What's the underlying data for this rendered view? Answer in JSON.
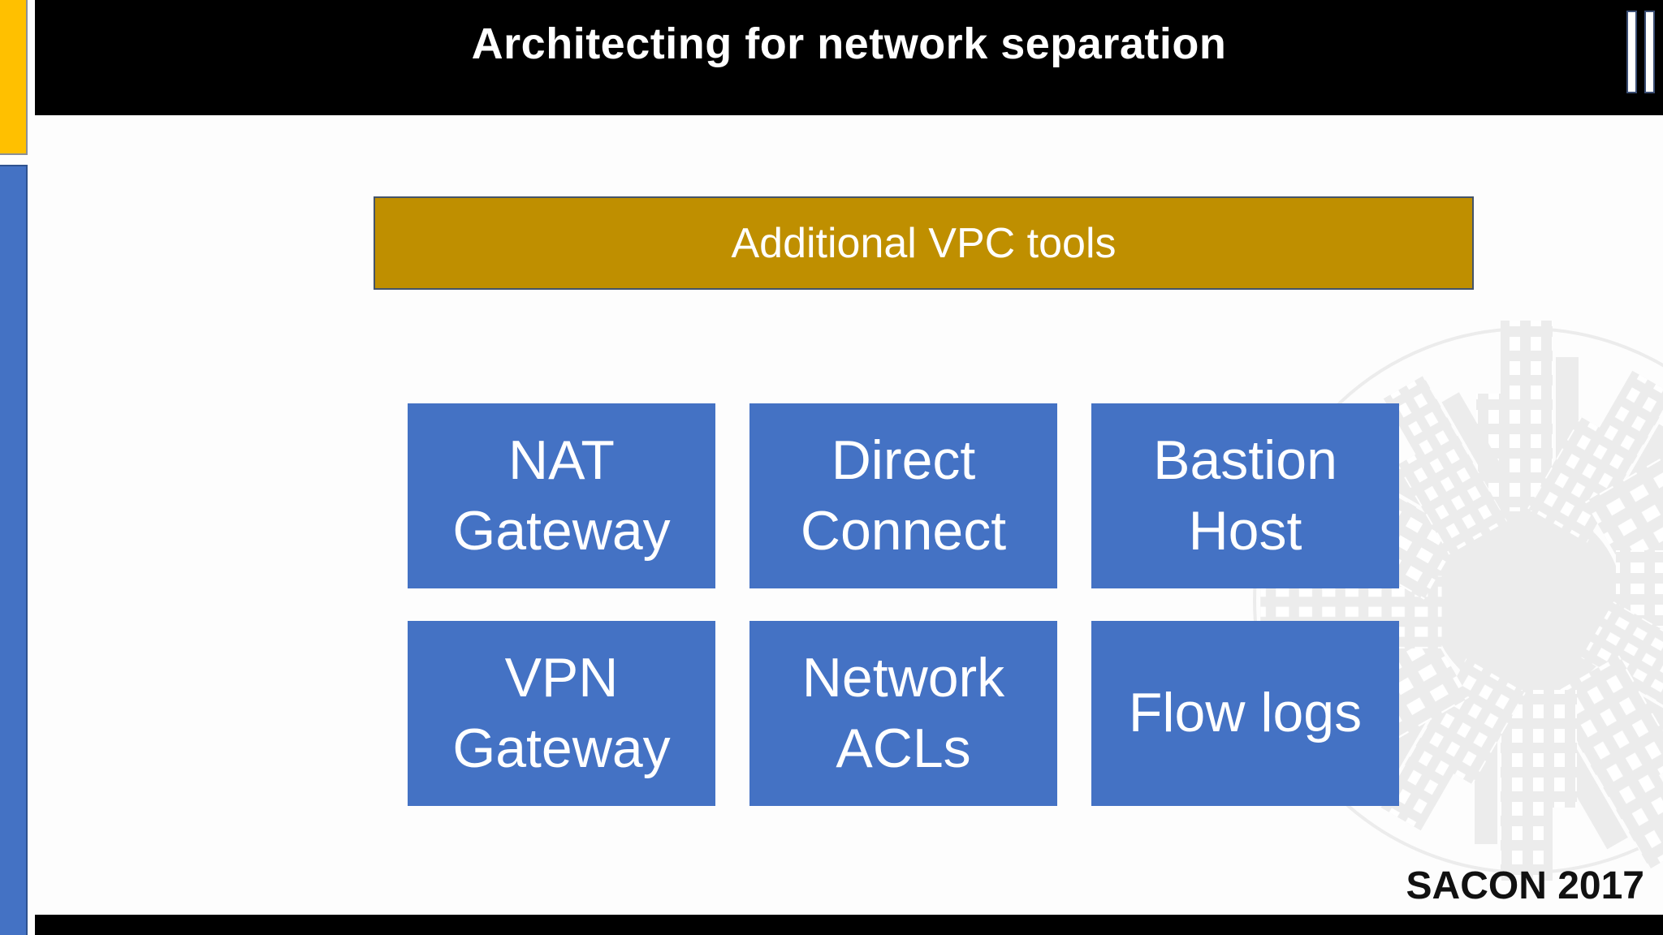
{
  "header": {
    "title": "Architecting for network separation"
  },
  "banner": {
    "label": "Additional VPC tools"
  },
  "tools": [
    {
      "label": "NAT Gateway"
    },
    {
      "label": "Direct Connect"
    },
    {
      "label": "Bastion Host"
    },
    {
      "label": "VPN Gateway"
    },
    {
      "label": "Network ACLs"
    },
    {
      "label": "Flow logs"
    }
  ],
  "footer": {
    "conference": "SACON 2017"
  },
  "colors": {
    "header_bg": "#000000",
    "text_light": "#FFFFFF",
    "accent_yellow": "#FFC000",
    "accent_blue": "#4472C4",
    "banner_gold": "#BF8F00",
    "border_dark": "#44546A",
    "footer_text": "#111111",
    "watermark_gray": "#ECECEC"
  }
}
